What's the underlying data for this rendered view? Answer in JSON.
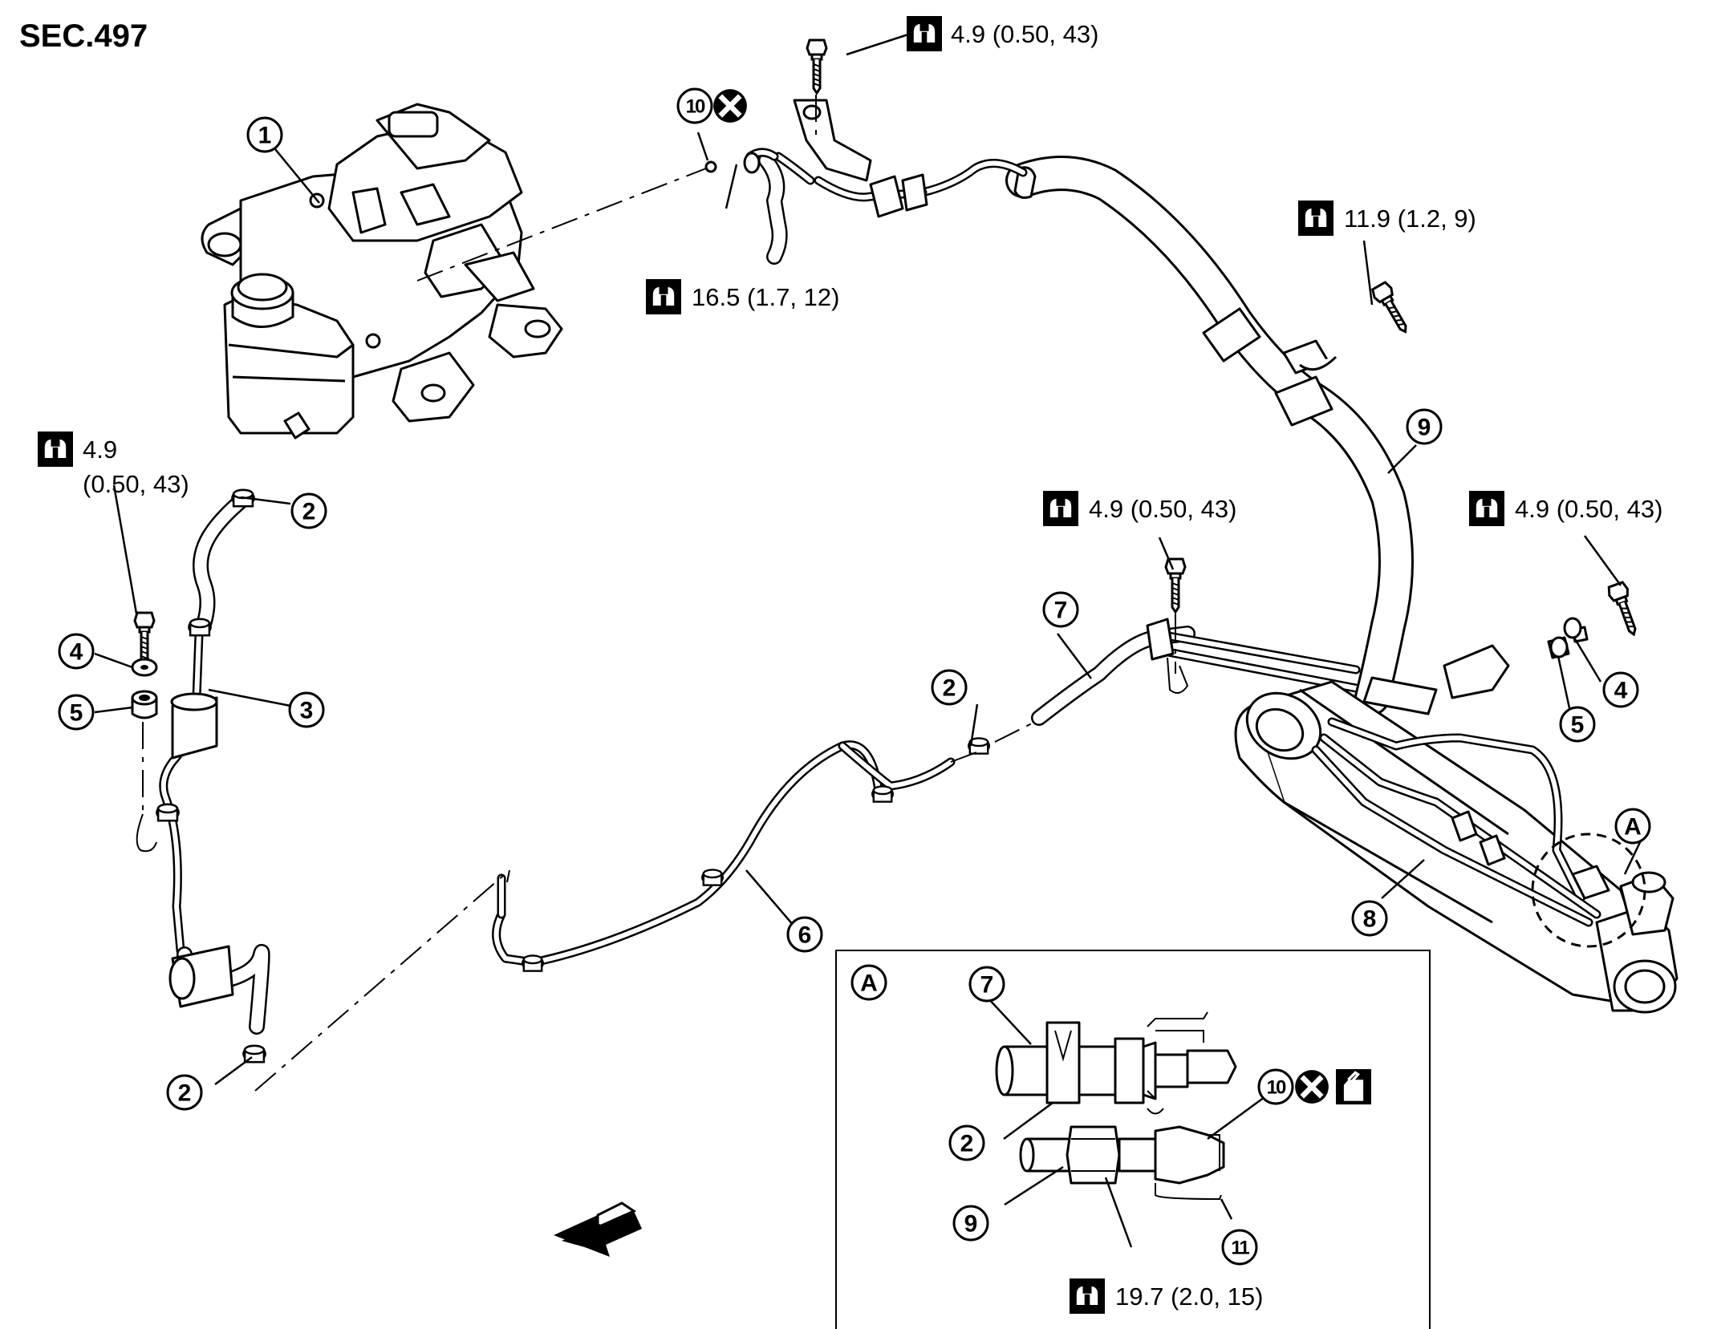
{
  "title": "SEC.497",
  "callouts": {
    "c1": "1",
    "c2a": "2",
    "c2b": "2",
    "c2c": "2",
    "c2d": "2",
    "c3": "3",
    "c4a": "4",
    "c4b": "4",
    "c5a": "5",
    "c5b": "5",
    "c6": "6",
    "c7a": "7",
    "c7b": "7",
    "c8": "8",
    "c9a": "9",
    "c9b": "9",
    "c10a": "10",
    "c10b": "10",
    "c11": "11",
    "detail_a_marker": "A",
    "detail_a_box": "A"
  },
  "torque": {
    "t_top": "4.9 (0.50, 43)",
    "t_reservoir_line": "16.5 (1.7, 12)",
    "t_clamp": "11.9 (1.2, 9)",
    "t_left_value": "4.9",
    "t_left_units": "(0.50, 43)",
    "t_mid": "4.9 (0.50, 43)",
    "t_right": "4.9 (0.50, 43)",
    "t_detail": "19.7 (2.0, 15)"
  },
  "icons": {
    "torque": "torque-wrench-icon",
    "replace": "do-not-reuse-icon",
    "lubricate": "apply-fluid-icon",
    "direction": "front-direction-arrow-icon"
  },
  "colors": {
    "ink": "#000000",
    "paper": "#ffffff"
  }
}
